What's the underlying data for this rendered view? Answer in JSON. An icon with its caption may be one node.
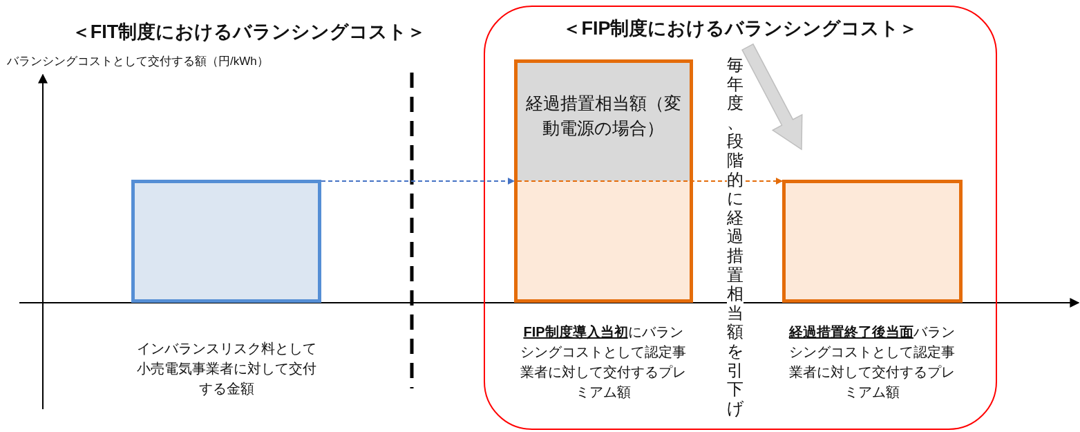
{
  "diagram": {
    "title": "＜FIT制度におけるバランシングコスト＞",
    "nodes": [
      {
        "text": [
          "＜FIP制度におけるバランシングコスト＞"
        ]
      },
      {
        "text": [],
        "shape": "box",
        "beside": [
          "インバランスリスク料として小売電気事業者に対して交付する金額"
        ]
      },
      {
        "text": [
          "経過措置相当額（変動電源の場合）"
        ],
        "in": 0,
        "beside": [
          "**FIP制度導入当初**にバランシングコストとして認定事業者に対して交付するプレミアム額"
        ]
      },
      {
        "text": [],
        "shape": "box",
        "in": 0,
        "beside": [
          "**経過措置終了後当面**バランシングコストとして認定事業者に対して交付するプレミアム額"
        ]
      }
    ],
    "edges": [
      {
        "from": 1,
        "to": 2,
        "arrow": "to",
        "style": "dashed",
        "color": "#4472c4"
      },
      {
        "from": 2,
        "to": 3,
        "arrow": "to",
        "style": "dashed",
        "color": "#e46c0a"
      }
    ],
    "labels": [
      "バランシングコストとして交付する額（円/kWh）",
      "毎年度、段階的に経過措置相当額を引下げ"
    ]
  }
}
